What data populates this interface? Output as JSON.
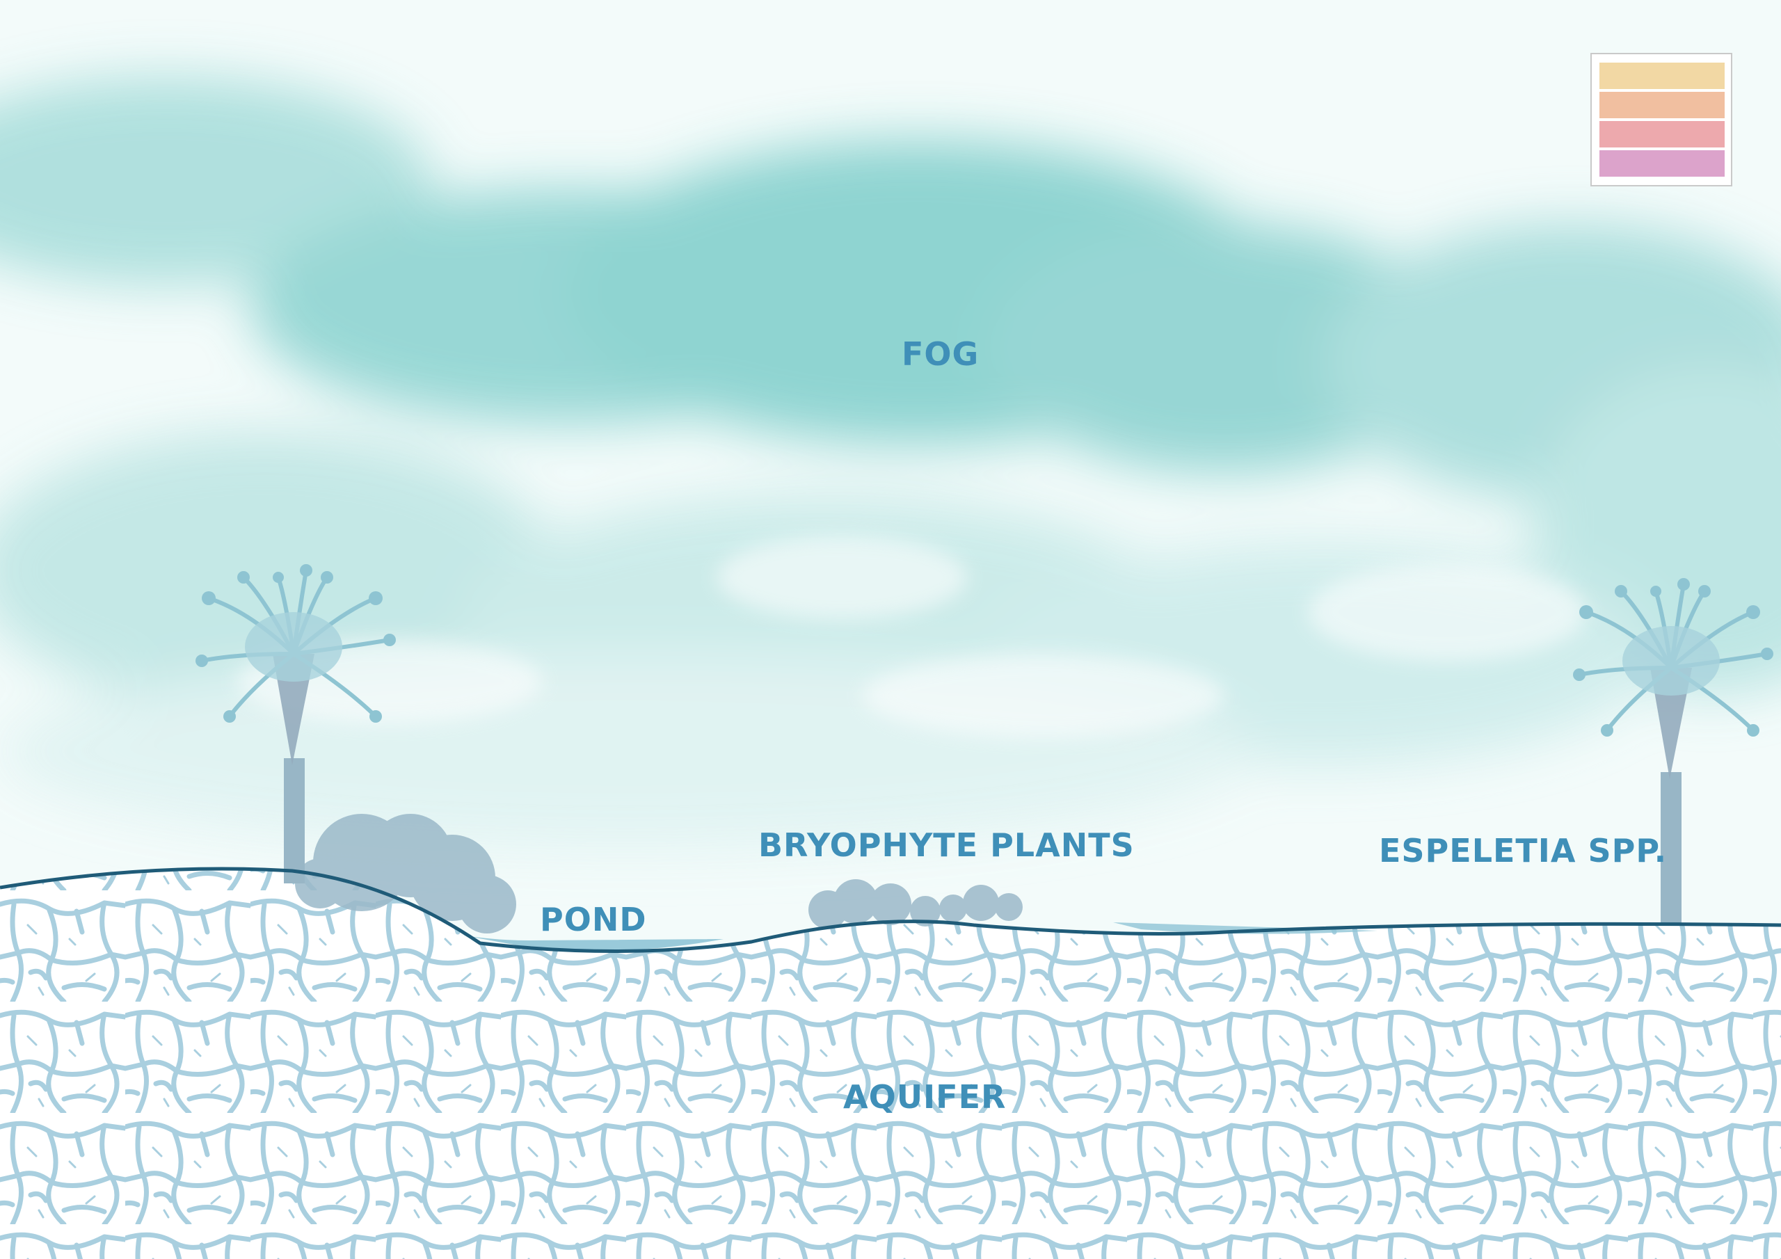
{
  "labels": {
    "fog": "FOG",
    "bryophyte": "BRYOPHYTE PLANTS",
    "espeletia": "ESPELETIA SPP.",
    "pond": "POND",
    "aquifer": "AQUIFER"
  },
  "legend_swatches": [
    "#f2d8a4",
    "#f1bfa0",
    "#eda9ad",
    "#dca3cb"
  ],
  "colors": {
    "sky": "#f3fbfa",
    "fog": "#7ccfcc",
    "ground_line": "#1f5b78",
    "soil_crack": "#a9cfdf",
    "pond_water": "#9fcfde",
    "vegetation": "#8fb9c6",
    "label": "#3f8fb8"
  }
}
